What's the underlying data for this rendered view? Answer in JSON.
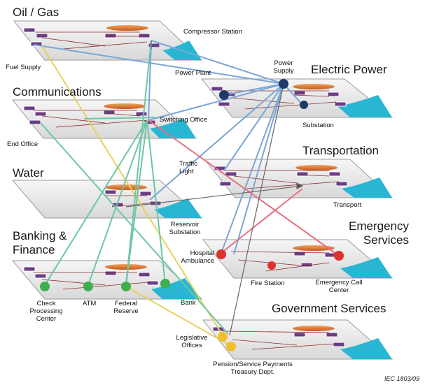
{
  "sectors": {
    "oil_gas": "Oil / Gas",
    "electric_power": "Electric Power",
    "communications": "Communications",
    "transportation": "Transportation",
    "water": "Water",
    "emergency_services": "Emergency Services",
    "banking_finance": "Banking & Finance",
    "government_services": "Government Services"
  },
  "labels": {
    "compressor_station": "Compressor Station",
    "fuel_supply": "Fuel Supply",
    "power_supply": "Power Supply",
    "power_plant": "Power Plant",
    "switching_office": "Switching Office",
    "substation": "Substation",
    "end_office": "End Office",
    "traffic_light": "Traffic Light",
    "transport": "Transport",
    "reservoir_substation": "Reservoir Substation",
    "hospital_ambulance": "Hospital Ambulance",
    "fire_station": "Fire Station",
    "emergency_call_center": "Emergency Call Center",
    "check_processing_center": "Check Processing Center",
    "atm": "ATM",
    "federal_reserve": "Federal Reserve",
    "bank": "Bank",
    "legislative_offices": "Legislative Offices",
    "pension_payments": "Pension/Service Payments Treasury Dept."
  },
  "footer": "IEC   1803/09",
  "colors": {
    "power_link": "#7aa6d8",
    "comm_link": "#6cc7a6",
    "transport_link": "#e8707f",
    "gov_link": "#e8d060",
    "water_link": "#555555",
    "node_blue": "#1f3a68",
    "node_red": "#e0302c",
    "node_green": "#3fae4f",
    "node_yellow": "#f0c02c",
    "water_fill": "#29b6d3",
    "plane_fill": "#ebebeb",
    "box_fill": "#6b3d86"
  }
}
